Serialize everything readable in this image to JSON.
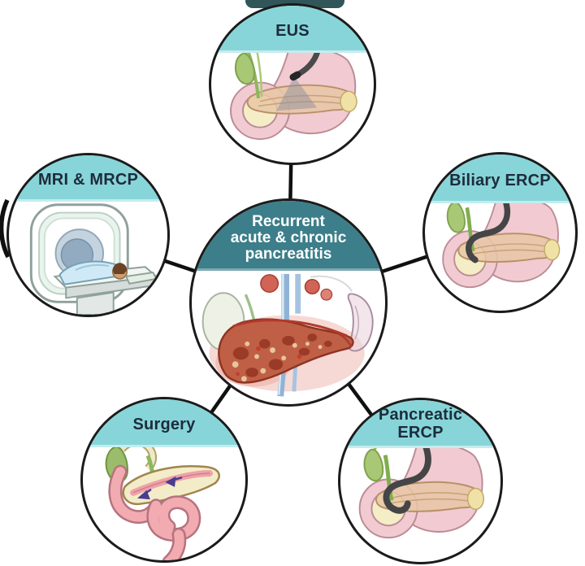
{
  "diagram": {
    "center": {
      "label_lines": [
        "Recurrent",
        "acute & chronic",
        "pancreatitis"
      ]
    },
    "nodes": {
      "eus": {
        "label": "EUS"
      },
      "biliary": {
        "label": "Biliary ERCP"
      },
      "pancreatic": {
        "label": "Pancreatic ERCP"
      },
      "surgery": {
        "label": "Surgery"
      },
      "mri": {
        "label": "MRI & MRCP"
      }
    },
    "edges": [
      [
        "center",
        "eus"
      ],
      [
        "center",
        "biliary"
      ],
      [
        "center",
        "pancreatic"
      ],
      [
        "center",
        "surgery"
      ],
      [
        "center",
        "mri"
      ]
    ],
    "colors": {
      "header_light": "#87d5d9",
      "header_dark": "#3c7e8a",
      "circle_outline": "#1b1b1b",
      "connector": "#101010",
      "label_text": "#1d2c3c",
      "center_text": "#ffffff"
    }
  }
}
